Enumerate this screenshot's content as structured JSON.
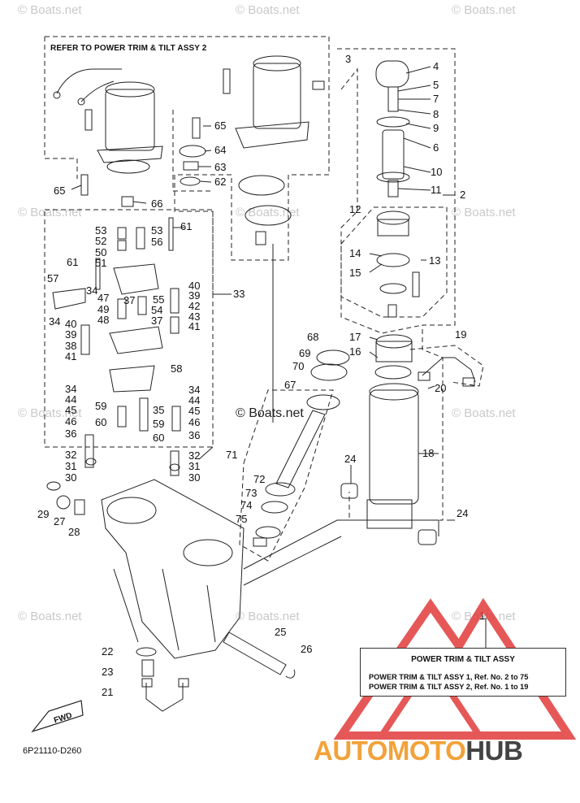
{
  "watermark_text": "© Boats.net",
  "header_note": "REFER TO POWER TRIM & TILT ASSY 2",
  "diagram_code": "6P21110-D260",
  "fwd_label": "FWD",
  "info_box": {
    "title": "POWER TRIM & TILT ASSY",
    "row1": "POWER TRIM & TILT ASSY 1, Ref. No. 2 to 75",
    "row2": "POWER TRIM & TILT ASSY 2, Ref. No. 1 to 19"
  },
  "logo": {
    "part1": "AUTOMOTO",
    "part2": "HUB"
  },
  "colors": {
    "line": "#222222",
    "watermark": "#c9c9c9",
    "logo_orange": "#f2a23a",
    "logo_gray": "#444444",
    "logo_triangle": "#e23b3b"
  },
  "callouts": [
    "1",
    "2",
    "3",
    "4",
    "5",
    "6",
    "7",
    "8",
    "9",
    "10",
    "11",
    "12",
    "13",
    "14",
    "15",
    "16",
    "17",
    "18",
    "19",
    "20",
    "21",
    "22",
    "23",
    "24",
    "24",
    "25",
    "26",
    "27",
    "28",
    "29",
    "30",
    "30",
    "31",
    "31",
    "32",
    "32",
    "33",
    "34",
    "34",
    "34",
    "34",
    "35",
    "36",
    "36",
    "37",
    "37",
    "38",
    "39",
    "39",
    "40",
    "40",
    "41",
    "41",
    "42",
    "43",
    "44",
    "44",
    "45",
    "45",
    "46",
    "46",
    "47",
    "48",
    "49",
    "50",
    "51",
    "52",
    "53",
    "53",
    "54",
    "55",
    "56",
    "57",
    "58",
    "59",
    "59",
    "60",
    "60",
    "61",
    "61",
    "62",
    "63",
    "64",
    "65",
    "65",
    "66",
    "67",
    "68",
    "69",
    "70",
    "71",
    "72",
    "73",
    "74",
    "75"
  ]
}
